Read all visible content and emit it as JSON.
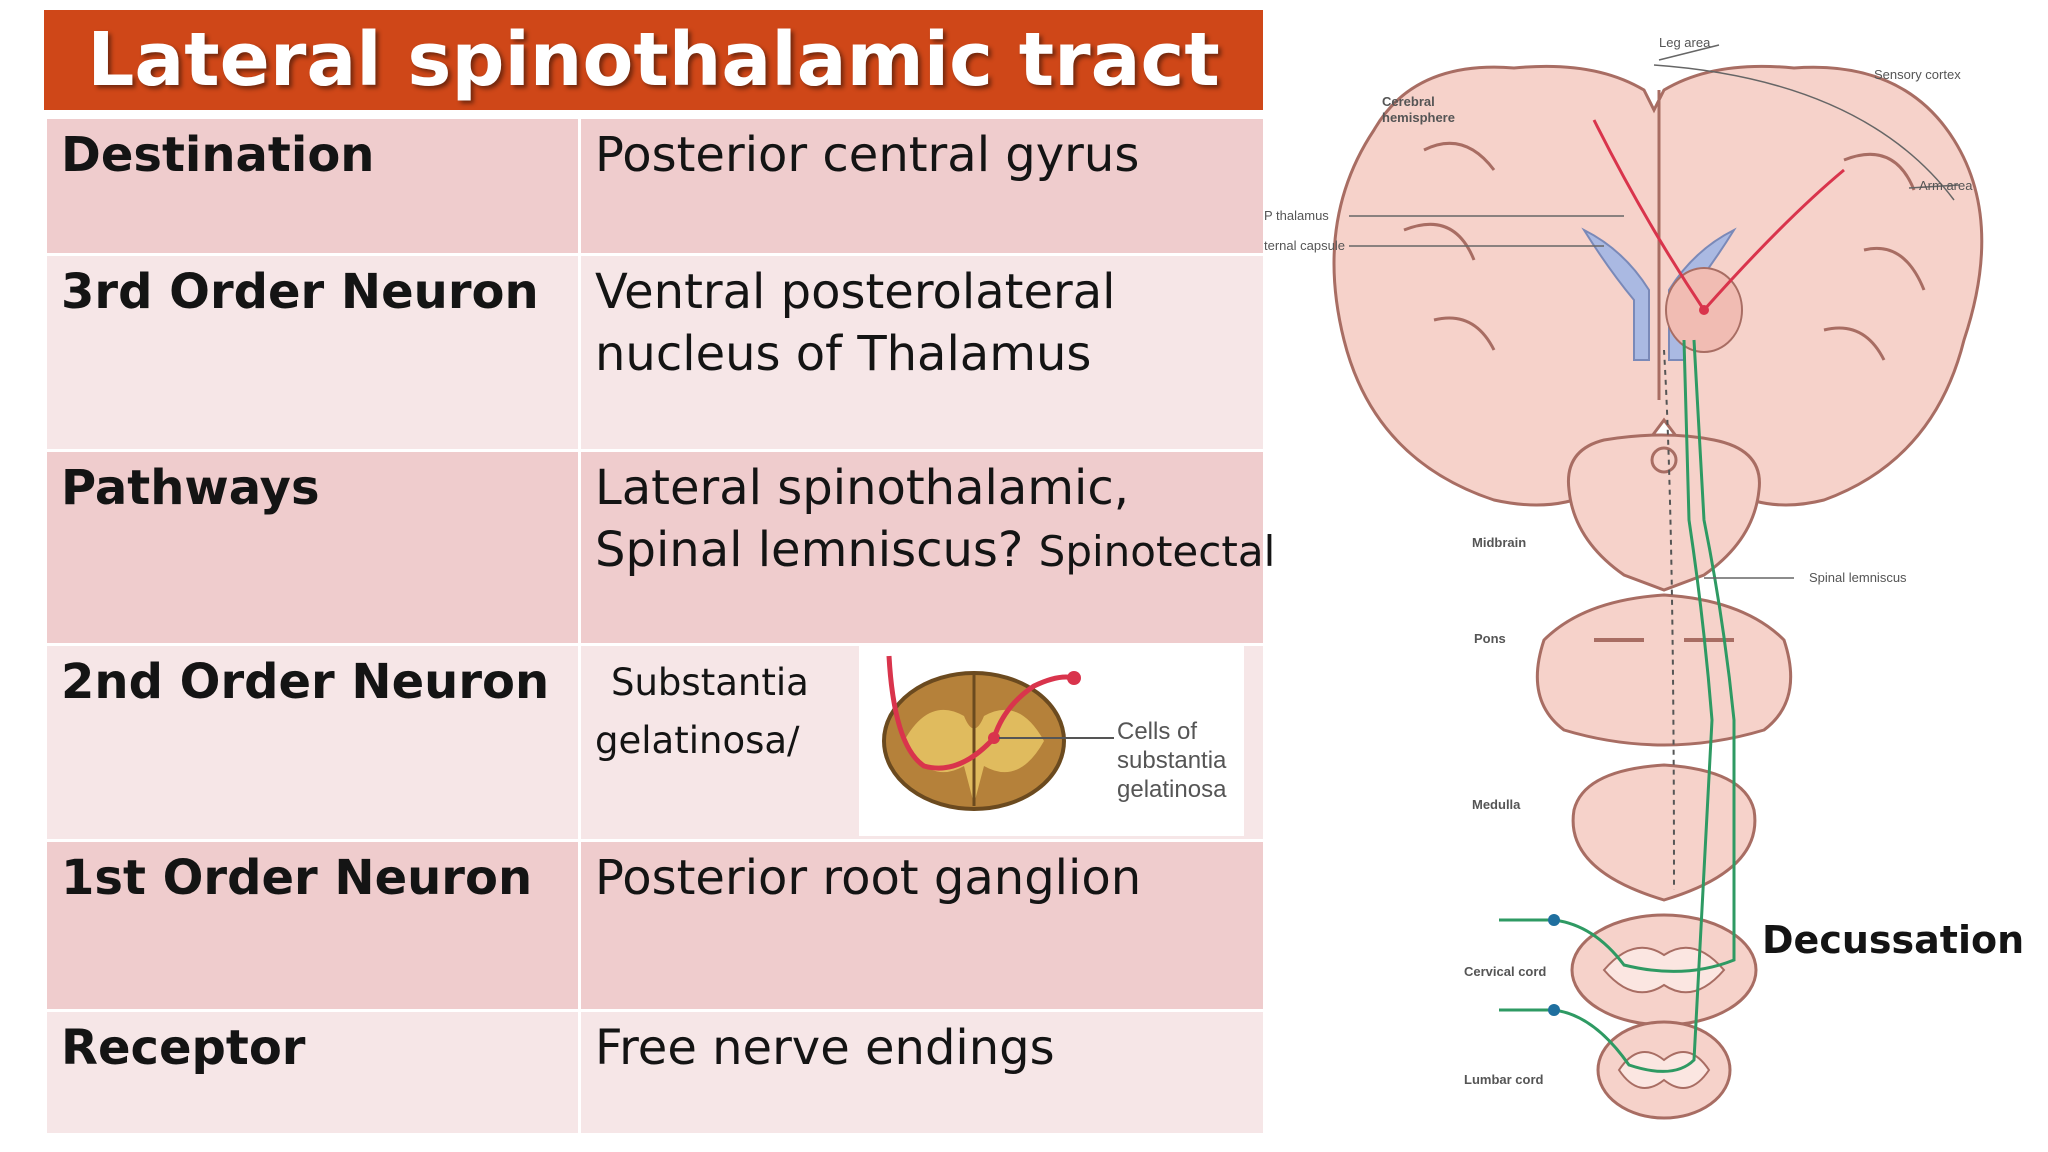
{
  "title": "Lateral spinothalamic tract",
  "rows": [
    {
      "key": "Destination",
      "value": "Posterior central gyrus"
    },
    {
      "key": "3rd Order Neuron",
      "value_line1": "Ventral posterolateral",
      "value_line2": "nucleus of Thalamus"
    },
    {
      "key": "Pathways",
      "value_line1": "Lateral spinothalamic,",
      "value_line2": "Spinal lemniscus?",
      "value_line2_small": "Spinotectal"
    },
    {
      "key": "2nd Order Neuron",
      "value_line1": "Substantia",
      "value_line2": "gelatinosa/",
      "inset_label_1": "Cells of",
      "inset_label_2": "substantia",
      "inset_label_3": "gelatinosa"
    },
    {
      "key": "1st Order Neuron",
      "value": "Posterior root ganglion"
    },
    {
      "key": "Receptor",
      "value": "Free nerve endings"
    }
  ],
  "diagram": {
    "labels": {
      "leg_area": "Leg area",
      "sensory_cortex": "Sensory cortex",
      "cerebral_hemisphere_1": "Cerebral",
      "cerebral_hemisphere_2": "hemisphere",
      "arm_area": "Arm area",
      "p_thalamus": "P thalamus",
      "internal_capsule": "ternal capsule",
      "midbrain": "Midbrain",
      "spinal_lemniscus": "Spinal lemniscus",
      "pons": "Pons",
      "medulla": "Medulla",
      "cervical_cord": "Cervical cord",
      "lumbar_cord": "Lumbar cord"
    },
    "decussation": "Decussation"
  },
  "colors": {
    "title_bar": "#cf4718",
    "row_dark": "#efcccd",
    "row_light": "#f6e6e7",
    "tissue": "#f6d2ca",
    "tract_red": "#d9344c",
    "tract_green": "#2e9a63",
    "ventricle": "#aab9e2"
  }
}
